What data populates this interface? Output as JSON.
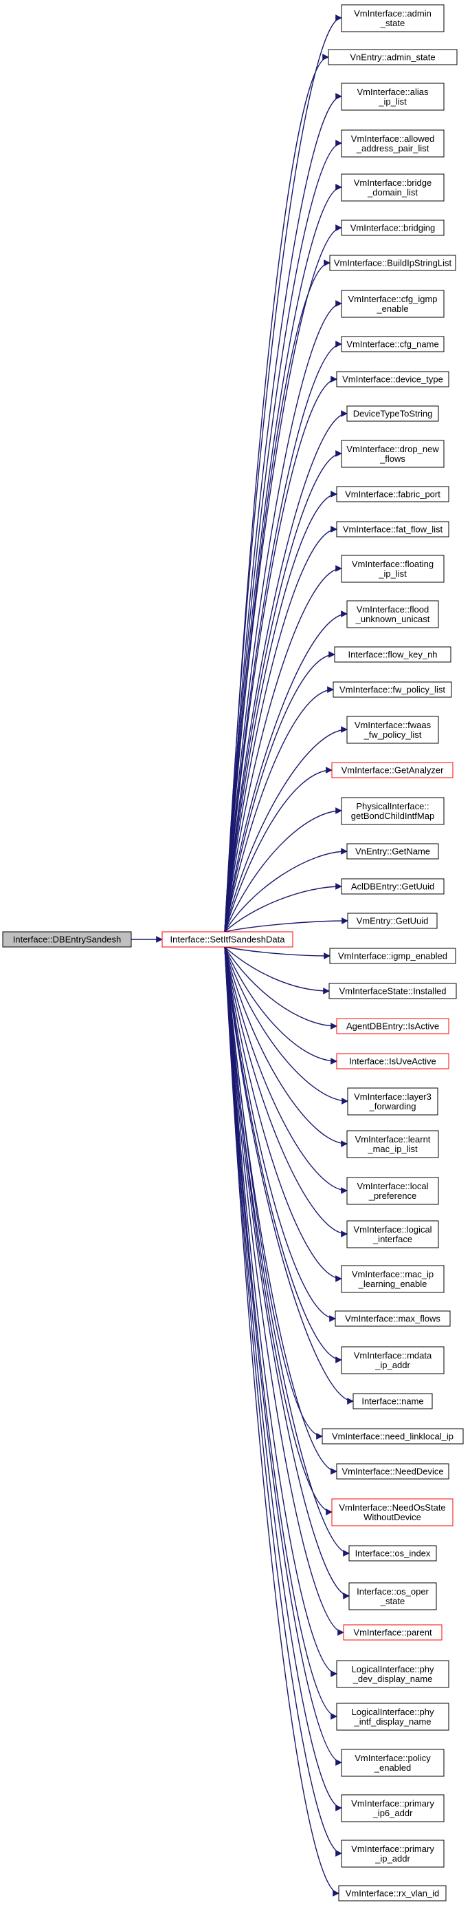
{
  "root": {
    "label": [
      "Interface::DBEntrySandesh"
    ]
  },
  "hub": {
    "label": [
      "Interface::SetItfSandeshData"
    ],
    "red": true
  },
  "callees": [
    {
      "label": [
        "VmInterface::admin",
        "_state"
      ],
      "red": false
    },
    {
      "label": [
        "VnEntry::admin_state"
      ],
      "red": false
    },
    {
      "label": [
        "VmInterface::alias",
        "_ip_list"
      ],
      "red": false
    },
    {
      "label": [
        "VmInterface::allowed",
        "_address_pair_list"
      ],
      "red": false
    },
    {
      "label": [
        "VmInterface::bridge",
        "_domain_list"
      ],
      "red": false
    },
    {
      "label": [
        "VmInterface::bridging"
      ],
      "red": false
    },
    {
      "label": [
        "VmInterface::BuildIpStringList"
      ],
      "red": false
    },
    {
      "label": [
        "VmInterface::cfg_igmp",
        "_enable"
      ],
      "red": false
    },
    {
      "label": [
        "VmInterface::cfg_name"
      ],
      "red": false
    },
    {
      "label": [
        "VmInterface::device_type"
      ],
      "red": false
    },
    {
      "label": [
        "DeviceTypeToString"
      ],
      "red": false
    },
    {
      "label": [
        "VmInterface::drop_new",
        "_flows"
      ],
      "red": false
    },
    {
      "label": [
        "VmInterface::fabric_port"
      ],
      "red": false
    },
    {
      "label": [
        "VmInterface::fat_flow_list"
      ],
      "red": false
    },
    {
      "label": [
        "VmInterface::floating",
        "_ip_list"
      ],
      "red": false
    },
    {
      "label": [
        "VmInterface::flood",
        "_unknown_unicast"
      ],
      "red": false
    },
    {
      "label": [
        "Interface::flow_key_nh"
      ],
      "red": false
    },
    {
      "label": [
        "VmInterface::fw_policy_list"
      ],
      "red": false
    },
    {
      "label": [
        "VmInterface::fwaas",
        "_fw_policy_list"
      ],
      "red": false
    },
    {
      "label": [
        "VmInterface::GetAnalyzer"
      ],
      "red": true
    },
    {
      "label": [
        "PhysicalInterface::",
        "getBondChildIntfMap"
      ],
      "red": false
    },
    {
      "label": [
        "VnEntry::GetName"
      ],
      "red": false
    },
    {
      "label": [
        "AclDBEntry::GetUuid"
      ],
      "red": false
    },
    {
      "label": [
        "VmEntry::GetUuid"
      ],
      "red": false
    },
    {
      "label": [
        "VmInterface::igmp_enabled"
      ],
      "red": false
    },
    {
      "label": [
        "VmInterfaceState::Installed"
      ],
      "red": false
    },
    {
      "label": [
        "AgentDBEntry::IsActive"
      ],
      "red": true
    },
    {
      "label": [
        "Interface::IsUveActive"
      ],
      "red": true
    },
    {
      "label": [
        "VmInterface::layer3",
        "_forwarding"
      ],
      "red": false
    },
    {
      "label": [
        "VmInterface::learnt",
        "_mac_ip_list"
      ],
      "red": false
    },
    {
      "label": [
        "VmInterface::local",
        "_preference"
      ],
      "red": false
    },
    {
      "label": [
        "VmInterface::logical",
        "_interface"
      ],
      "red": false
    },
    {
      "label": [
        "VmInterface::mac_ip",
        "_learning_enable"
      ],
      "red": false
    },
    {
      "label": [
        "VmInterface::max_flows"
      ],
      "red": false
    },
    {
      "label": [
        "VmInterface::mdata",
        "_ip_addr"
      ],
      "red": false
    },
    {
      "label": [
        "Interface::name"
      ],
      "red": false
    },
    {
      "label": [
        "VmInterface::need_linklocal_ip"
      ],
      "red": false
    },
    {
      "label": [
        "VmInterface::NeedDevice"
      ],
      "red": false
    },
    {
      "label": [
        "VmInterface::NeedOsState",
        "WithoutDevice"
      ],
      "red": true
    },
    {
      "label": [
        "Interface::os_index"
      ],
      "red": false
    },
    {
      "label": [
        "Interface::os_oper",
        "_state"
      ],
      "red": false
    },
    {
      "label": [
        "VmInterface::parent"
      ],
      "red": true
    },
    {
      "label": [
        "LogicalInterface::phy",
        "_dev_display_name"
      ],
      "red": false
    },
    {
      "label": [
        "LogicalInterface::phy",
        "_intf_display_name"
      ],
      "red": false
    },
    {
      "label": [
        "VmInterface::policy",
        "_enabled"
      ],
      "red": false
    },
    {
      "label": [
        "VmInterface::primary",
        "_ip6_addr"
      ],
      "red": false
    },
    {
      "label": [
        "VmInterface::primary",
        "_ip_addr"
      ],
      "red": false
    },
    {
      "label": [
        "VmInterface::rx_vlan_id"
      ],
      "red": false
    }
  ],
  "colors": {
    "edge": "#191970",
    "red_border": "#ff0000",
    "root_fill": "#bfbfbf"
  }
}
